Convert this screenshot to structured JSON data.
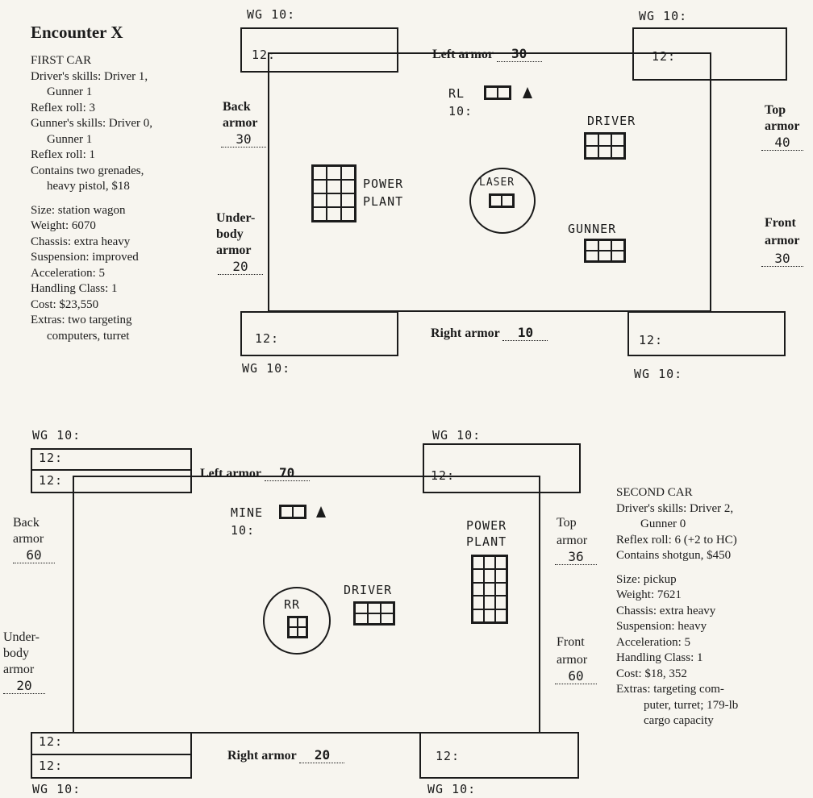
{
  "encounter_title": "Encounter X",
  "first_car": {
    "heading": "FIRST CAR",
    "driver_skills": "Driver's skills: Driver 1,",
    "driver_skills_cont": "Gunner 1",
    "driver_reflex": "Reflex roll: 3",
    "gunner_skills": "Gunner's skills: Driver 0,",
    "gunner_skills_cont": "Gunner 1",
    "gunner_reflex": "Reflex roll: 1",
    "contains": "Contains two grenades,",
    "contains_cont": "heavy pistol, $18",
    "size": "Size: station wagon",
    "weight": "Weight: 6070",
    "chassis": "Chassis: extra heavy",
    "suspension": "Suspension: improved",
    "acceleration": "Acceleration: 5",
    "handling": "Handling Class: 1",
    "cost": "Cost: $23,550",
    "extras": "Extras: two targeting",
    "extras_cont": "computers, turret",
    "diagram": {
      "wg_tl": "WG 10:",
      "wg_tr": "WG 10:",
      "wg_bl": "WG 10:",
      "wg_br": "WG 10:",
      "tire_tl": "12:",
      "tire_tr": "12:",
      "tire_bl": "12:",
      "tire_br": "12:",
      "left_armor_label": "Left armor",
      "left_armor_value": "30",
      "right_armor_label": "Right armor",
      "right_armor_value": "10",
      "back_armor_label_1": "Back",
      "back_armor_label_2": "armor",
      "back_armor_value": "30",
      "underbody_label_1": "Under-",
      "underbody_label_2": "body",
      "underbody_label_3": "armor",
      "underbody_value": "20",
      "top_armor_label_1": "Top",
      "top_armor_label_2": "armor",
      "top_armor_value": "40",
      "front_armor_label_1": "Front",
      "front_armor_label_2": "armor",
      "front_armor_value": "30",
      "rl_label": "RL",
      "rl_value": "10:",
      "driver_label": "DRIVER",
      "gunner_label": "GUNNER",
      "power_plant_1": "POWER",
      "power_plant_2": "PLANT",
      "laser_label": "LASER"
    }
  },
  "second_car": {
    "heading": "SECOND CAR",
    "driver_skills": "Driver's skills: Driver 2,",
    "driver_skills_cont": "Gunner 0",
    "driver_reflex": "Reflex roll: 6 (+2 to HC)",
    "contains": "Contains shotgun, $450",
    "size": "Size: pickup",
    "weight": "Weight: 7621",
    "chassis": "Chassis: extra heavy",
    "suspension": "Suspension: heavy",
    "acceleration": "Acceleration: 5",
    "handling": "Handling Class: 1",
    "cost": "Cost: $18, 352",
    "extras": "Extras: targeting com-",
    "extras_cont": "puter, turret; 179-lb",
    "extras_cont2": "cargo capacity",
    "diagram": {
      "wg_tl": "WG 10:",
      "wg_tr": "WG 10:",
      "wg_bl": "WG 10:",
      "wg_br": "WG 10:",
      "tire_tl_1": "12:",
      "tire_tl_2": "12:",
      "tire_tr": "12:",
      "tire_bl_1": "12:",
      "tire_bl_2": "12:",
      "tire_br": "12:",
      "left_armor_label": "Left armor",
      "left_armor_value": "70",
      "right_armor_label": "Right armor",
      "right_armor_value": "20",
      "back_armor_label_1": "Back",
      "back_armor_label_2": "armor",
      "back_armor_value": "60",
      "underbody_label_1": "Under-",
      "underbody_label_2": "body",
      "underbody_label_3": "armor",
      "underbody_value": "20",
      "top_armor_label_1": "Top",
      "top_armor_label_2": "armor",
      "top_armor_value": "36",
      "front_armor_label_1": "Front",
      "front_armor_label_2": "armor",
      "front_armor_value": "60",
      "mine_label": "MINE",
      "mine_value": "10:",
      "driver_label": "DRIVER",
      "rr_label": "RR",
      "power_plant_1": "POWER",
      "power_plant_2": "PLANT"
    }
  }
}
